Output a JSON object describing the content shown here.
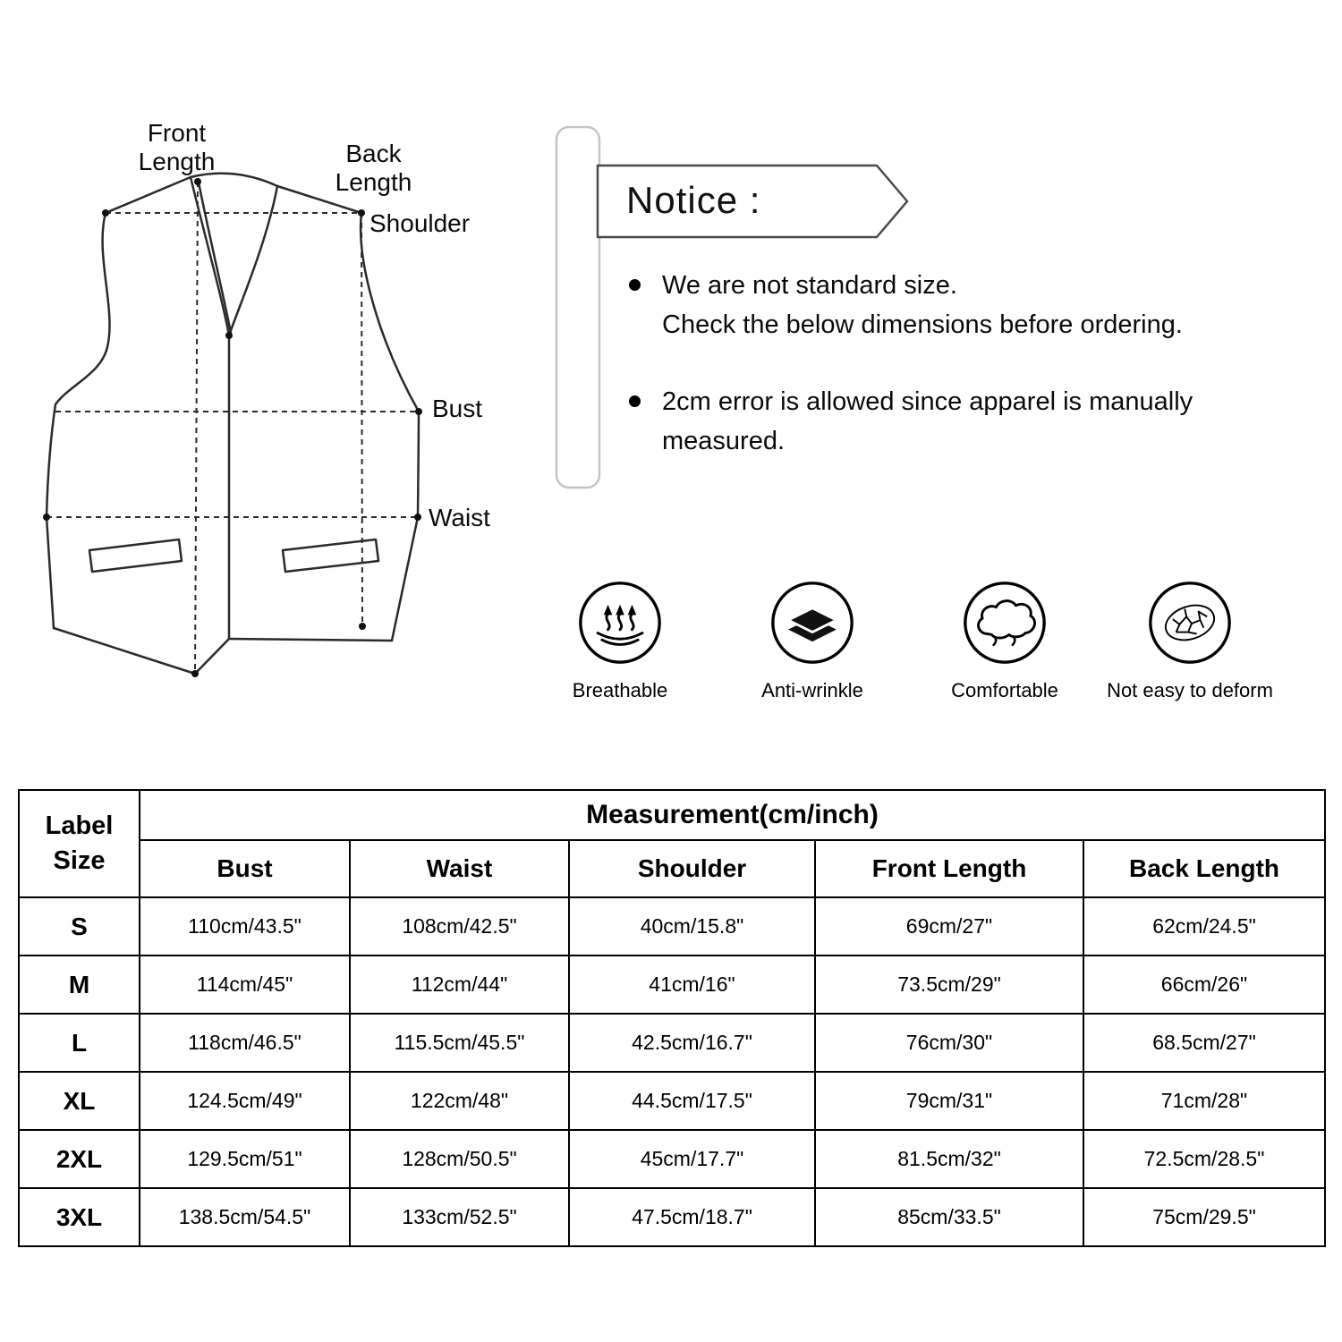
{
  "diagram": {
    "labels": {
      "front_length": "Front Length",
      "back_length": "Back Length",
      "shoulder": "Shoulder",
      "bust": "Bust",
      "waist": "Waist"
    }
  },
  "notice": {
    "title": "Notice :",
    "bullet1_line1": "We are not standard size.",
    "bullet1_line2": "Check the below dimensions before ordering.",
    "bullet2": "2cm error is allowed since apparel is manually measured."
  },
  "features": [
    {
      "icon": "breathable-icon",
      "label": "Breathable"
    },
    {
      "icon": "anti-wrinkle-icon",
      "label": "Anti-wrinkle"
    },
    {
      "icon": "comfortable-icon",
      "label": "Comfortable"
    },
    {
      "icon": "not-easy-to-deform-icon",
      "label": "Not easy to deform"
    }
  ],
  "table": {
    "corner_header": "Label Size",
    "group_header": "Measurement(cm/inch)",
    "columns": [
      "Bust",
      "Waist",
      "Shoulder",
      "Front Length",
      "Back Length"
    ],
    "rows": [
      {
        "size": "S",
        "values": [
          "110cm/43.5\"",
          "108cm/42.5\"",
          "40cm/15.8\"",
          "69cm/27\"",
          "62cm/24.5\""
        ]
      },
      {
        "size": "M",
        "values": [
          "114cm/45\"",
          "112cm/44\"",
          "41cm/16\"",
          "73.5cm/29\"",
          "66cm/26\""
        ]
      },
      {
        "size": "L",
        "values": [
          "118cm/46.5\"",
          "115.5cm/45.5\"",
          "42.5cm/16.7\"",
          "76cm/30\"",
          "68.5cm/27\""
        ]
      },
      {
        "size": "XL",
        "values": [
          "124.5cm/49\"",
          "122cm/48\"",
          "44.5cm/17.5\"",
          "79cm/31\"",
          "71cm/28\""
        ]
      },
      {
        "size": "2XL",
        "values": [
          "129.5cm/51\"",
          "128cm/50.5\"",
          "45cm/17.7\"",
          "81.5cm/32\"",
          "72.5cm/28.5\""
        ]
      },
      {
        "size": "3XL",
        "values": [
          "138.5cm/54.5\"",
          "133cm/52.5\"",
          "47.5cm/18.7\"",
          "85cm/33.5\"",
          "75cm/29.5\""
        ]
      }
    ]
  }
}
